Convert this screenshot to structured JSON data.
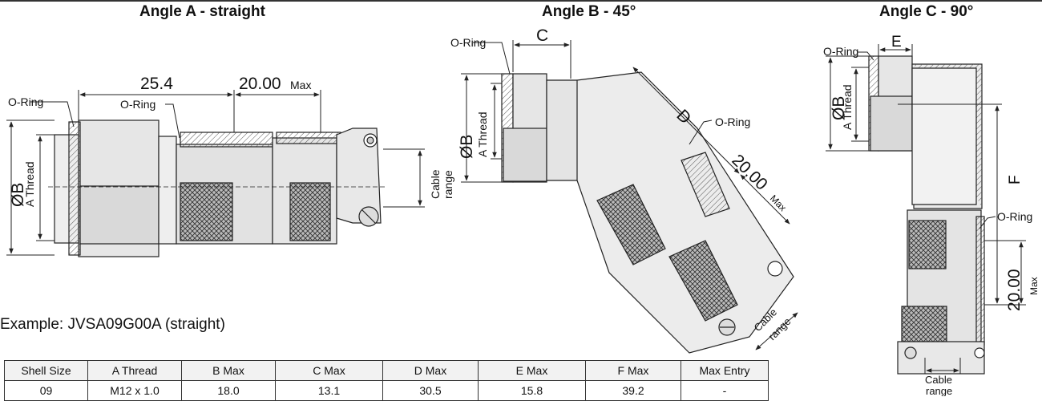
{
  "angles": {
    "a": "Angle A - straight",
    "b": "Angle B - 45°",
    "c": "Angle C - 90°"
  },
  "labels": {
    "o_ring": "O-Ring",
    "dim_25": "25.4",
    "dim_20": "20.00",
    "max": "Max",
    "ob": "ØB",
    "a_thread": "A Thread",
    "cable": "Cable",
    "range": "range",
    "c": "C",
    "d": "D",
    "e": "E",
    "f": "F"
  },
  "example": "Example: JVSA09G00A (straight)",
  "table": {
    "headers": [
      "Shell Size",
      "A Thread",
      "B Max",
      "C Max",
      "D Max",
      "E Max",
      "F Max",
      "Max Entry"
    ],
    "rows": [
      [
        "09",
        "M12 x 1.0",
        "18.0",
        "13.1",
        "30.5",
        "15.8",
        "39.2",
        "-"
      ]
    ]
  },
  "colors": {
    "line": "#222222",
    "hatch": "#555555",
    "fill": "#eeeeee"
  }
}
